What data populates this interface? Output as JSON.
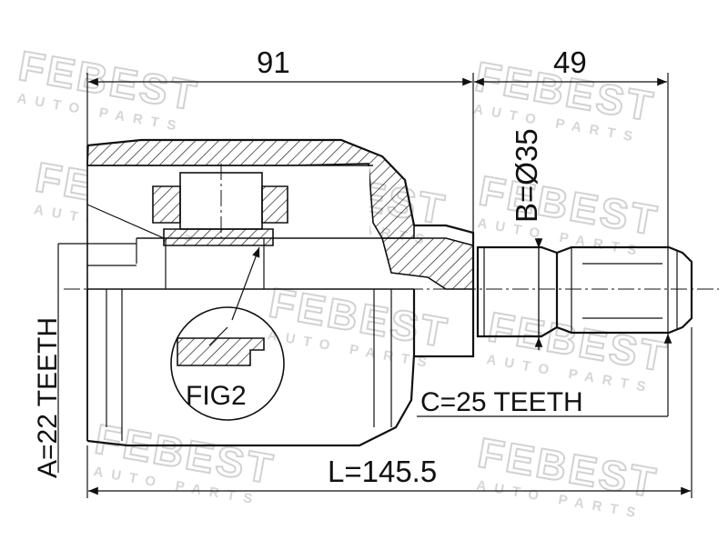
{
  "watermark": {
    "brand": "FEBEST",
    "subtitle": "AUTO PARTS"
  },
  "dimensions": {
    "housing_length": "91",
    "stub_length": "49",
    "total_length": "L=145.5",
    "stub_diameter": "B=Ø35"
  },
  "labels": {
    "inner_spline": "A=22 TEETH",
    "outer_spline": "C=25 TEETH",
    "detail": "FIG2"
  },
  "colors": {
    "line": "#111111",
    "watermark": "#d2d2d2"
  }
}
